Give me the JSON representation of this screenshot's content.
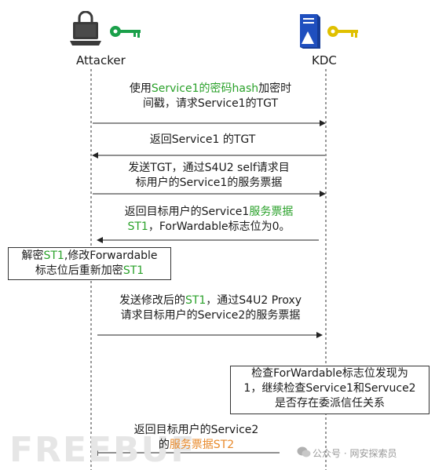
{
  "actors": {
    "attacker": "Attacker",
    "kdc": "KDC"
  },
  "messages": {
    "m1": {
      "l1a": "使用",
      "l1b": "Service1的密码hash",
      "l1c": "加密时",
      "l2": "间戳，请求Service1的TGT"
    },
    "m2": {
      "l1": "返回Service1 的TGT"
    },
    "m3": {
      "l1": "发送TGT，通过S4U2 self请求目",
      "l2": "标用户的Service1的服务票据"
    },
    "m4": {
      "l1a": "返回目标用户的Service1",
      "l1b": "服务票据",
      "l2a": "ST1",
      "l2b": "，ForWardable标志位为0。"
    },
    "m5": {
      "l1a": "发送修改后的",
      "l1b": "ST1",
      "l1c": "，通过S4U2 Proxy",
      "l2": "请求目标用户的Service2的服务票据"
    },
    "m6": {
      "l1": "返回目标用户的Service2",
      "l2a": "的",
      "l2b": "服务票据ST2"
    }
  },
  "notes": {
    "attacker_note": {
      "l1a": "解密",
      "l1b": "ST1",
      "l1c": ",修改Forwardable",
      "l2a": "标志位后重新加密",
      "l2b": "ST1"
    },
    "kdc_note": {
      "l1": "检查ForWardable标志位发现为",
      "l2": "1，继续检查Service1和Servuce2",
      "l3": "是否存在委派信任关系"
    }
  },
  "watermark": {
    "brand": "FREEBUF",
    "wechat": "公众号 · 网安探索员"
  },
  "colors": {
    "green": "#2aa12a",
    "orange": "#e8892a",
    "kdc_blue": "#1f4fbf",
    "attacker_key": "#1aa04a",
    "kdc_key": "#e0c000"
  },
  "icons": [
    "laptop-lock-icon",
    "green-key-icon",
    "server-tower-icon",
    "gold-key-icon",
    "wechat-icon"
  ]
}
